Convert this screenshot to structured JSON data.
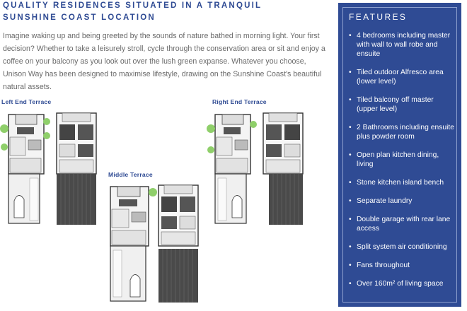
{
  "heading": {
    "line1": "QUALITY RESIDENCES SITUATED IN A TRANQUIL",
    "line2": "SUNSHINE COAST LOCATION"
  },
  "intro": "Imagine waking up and being greeted by the sounds of nature bathed in morning light. Your first decision? Whether to take a leisurely stroll, cycle through the conservation area or sit and enjoy a coffee on your balcony as you look out over the lush green expanse. Whatever you choose, Unison Way has been designed to maximise lifestyle, drawing on the Sunshine Coast's beautiful natural assets.",
  "plans": {
    "left_end": "Left End Terrace",
    "middle": "Middle Terrace",
    "right_end": "Right End Terrace"
  },
  "colors": {
    "accent": "#2e4a93",
    "panel": "#2f4b94",
    "greenery": "#8fcf6a"
  },
  "features": {
    "title": "FEATURES",
    "items": [
      "4 bedrooms including master with wall to wall robe and ensuite",
      "Tiled outdoor Alfresco area (lower level)",
      "Tiled balcony off master (upper level)",
      "2 Bathrooms including ensuite plus powder room",
      "Open plan kitchen dining, living",
      "Stone kitchen island bench",
      "Separate laundry",
      "Double garage with rear lane access",
      "Split system air conditioning",
      "Fans throughout",
      "Over 160m² of living space"
    ]
  }
}
